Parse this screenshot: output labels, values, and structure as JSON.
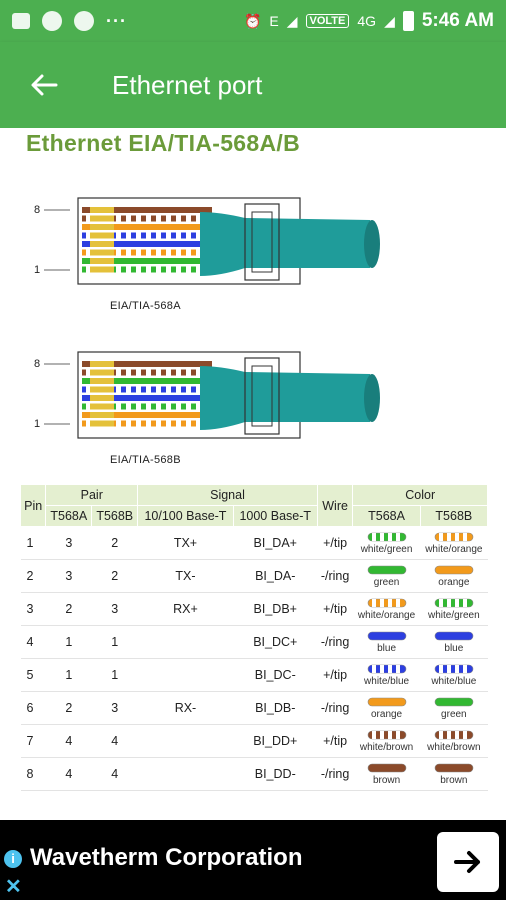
{
  "status_bar": {
    "network": "E",
    "volte": "VOLTE",
    "signal_type": "4G",
    "time": "5:46 AM"
  },
  "app_bar": {
    "title": "Ethernet port"
  },
  "diagram": {
    "title": "Ethernet EIA/TIA-568A/B",
    "figures": [
      {
        "caption": "EIA/TIA-568A",
        "pin_top": "8",
        "pin_bottom": "1"
      },
      {
        "caption": "EIA/TIA-568B",
        "pin_top": "8",
        "pin_bottom": "1"
      }
    ]
  },
  "table": {
    "group_headers": {
      "pair": "Pair",
      "signal": "Signal",
      "color": "Color"
    },
    "headers": {
      "pin": "Pin",
      "t568a": "T568A",
      "t568b": "T568B",
      "base10_100": "10/100 Base-T",
      "base1000": "1000 Base-T",
      "wire": "Wire",
      "color_a": "T568A",
      "color_b": "T568B"
    },
    "rows": [
      {
        "pin": "1",
        "a": "3",
        "b": "2",
        "s100": "TX+",
        "s1000": "BI_DA+",
        "wire": "+/tip",
        "ca": "white/green",
        "cb": "white/orange"
      },
      {
        "pin": "2",
        "a": "3",
        "b": "2",
        "s100": "TX-",
        "s1000": "BI_DA-",
        "wire": "-/ring",
        "ca": "green",
        "cb": "orange"
      },
      {
        "pin": "3",
        "a": "2",
        "b": "3",
        "s100": "RX+",
        "s1000": "BI_DB+",
        "wire": "+/tip",
        "ca": "white/orange",
        "cb": "white/green"
      },
      {
        "pin": "4",
        "a": "1",
        "b": "1",
        "s100": "",
        "s1000": "BI_DC+",
        "wire": "-/ring",
        "ca": "blue",
        "cb": "blue"
      },
      {
        "pin": "5",
        "a": "1",
        "b": "1",
        "s100": "",
        "s1000": "BI_DC-",
        "wire": "+/tip",
        "ca": "white/blue",
        "cb": "white/blue"
      },
      {
        "pin": "6",
        "a": "2",
        "b": "3",
        "s100": "RX-",
        "s1000": "BI_DB-",
        "wire": "-/ring",
        "ca": "orange",
        "cb": "green"
      },
      {
        "pin": "7",
        "a": "4",
        "b": "4",
        "s100": "",
        "s1000": "BI_DD+",
        "wire": "+/tip",
        "ca": "white/brown",
        "cb": "white/brown"
      },
      {
        "pin": "8",
        "a": "4",
        "b": "4",
        "s100": "",
        "s1000": "BI_DD-",
        "wire": "-/ring",
        "ca": "brown",
        "cb": "brown"
      }
    ]
  },
  "ad": {
    "text": "Wavetherm Corporation",
    "info_icon": "info-icon",
    "close_icon": "close-icon",
    "cta_icon": "arrow-right-icon"
  },
  "colors": {
    "green": "#4caf50",
    "title_green": "#6b9b3a",
    "table_header": "#e4efd0",
    "cable": "#1f9c9a"
  }
}
